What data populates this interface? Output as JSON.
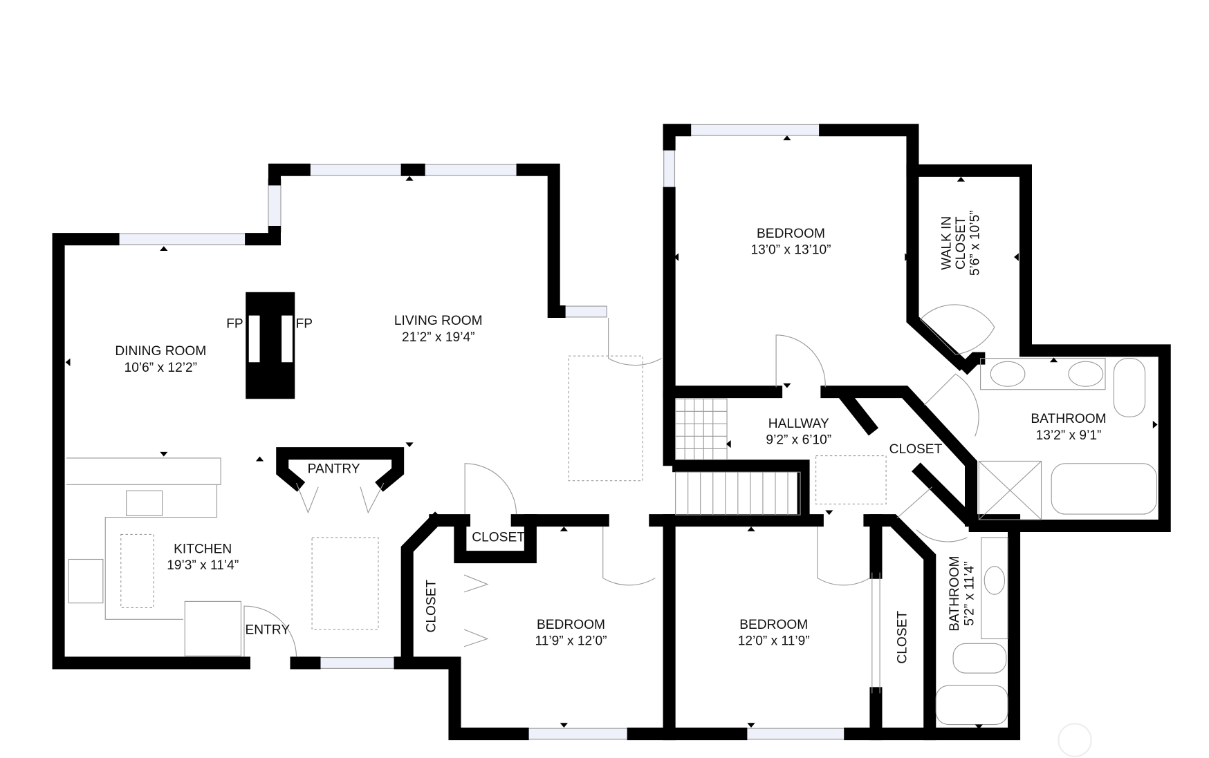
{
  "rooms": {
    "dining": {
      "name": "DINING ROOM",
      "size": "10’6” x 12’2”"
    },
    "living": {
      "name": "LIVING ROOM",
      "size": "21’2” x 19’4”"
    },
    "kitchen": {
      "name": "KITCHEN",
      "size": "19’3” x 11’4”"
    },
    "pantry": {
      "name": "PANTRY"
    },
    "entry": {
      "name": "ENTRY"
    },
    "fp_left": {
      "name": "FP"
    },
    "fp_right": {
      "name": "FP"
    },
    "bedroom_main": {
      "name": "BEDROOM",
      "size": "13’0” x 13’10”"
    },
    "walkin": {
      "name1": "WALK IN",
      "name2": "CLOSET",
      "size": "5’6” x 10’5”"
    },
    "bath_main": {
      "name": "BATHROOM",
      "size": "13’2” x 9’1”"
    },
    "hallway": {
      "name": "HALLWAY",
      "size": "9’2” x 6’10”"
    },
    "hall_closet": {
      "name": "CLOSET"
    },
    "closet_small": {
      "name": "CLOSET"
    },
    "closet_left": {
      "name": "CLOSET"
    },
    "bedroom_2": {
      "name": "BEDROOM",
      "size": "11’9” x 12’0”"
    },
    "bedroom_3": {
      "name": "BEDROOM",
      "size": "12’0” x 11’9”"
    },
    "closet_b3": {
      "name": "CLOSET"
    },
    "bath_2": {
      "name": "BATHROOM",
      "size": "5’2” x 11’4”"
    }
  }
}
